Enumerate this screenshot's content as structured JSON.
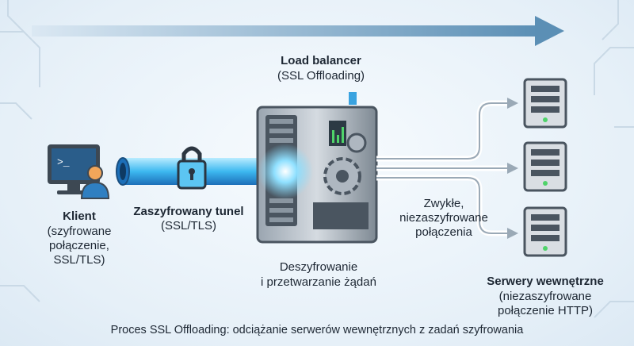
{
  "load_balancer": {
    "title": "Load balancer",
    "subtitle": "(SSL Offloading)",
    "processing": [
      "Deszyfrowanie",
      "i przetwarzanie żądań"
    ]
  },
  "client": {
    "title": "Klient",
    "lines": [
      "(szyfrowane",
      "połączenie,",
      "SSL/TLS)"
    ]
  },
  "tunnel": {
    "title": "Zaszyfrowany tunel",
    "subtitle": "(SSL/TLS)"
  },
  "plain_connections": {
    "lines": [
      "Zwykłe,",
      "niezaszyfrowane",
      "połączenia"
    ]
  },
  "servers": {
    "title": "Serwery wewnętrzne",
    "lines": [
      "(niezaszyfrowane",
      "połączenie HTTP)"
    ]
  },
  "caption": "Proces SSL Offloading: odciążanie serwerów wewnętrznych z zadań szyfrowania",
  "colors": {
    "accent": "#5b8fb5",
    "tunnel": "#3db8f0",
    "server": "#4a5560"
  }
}
